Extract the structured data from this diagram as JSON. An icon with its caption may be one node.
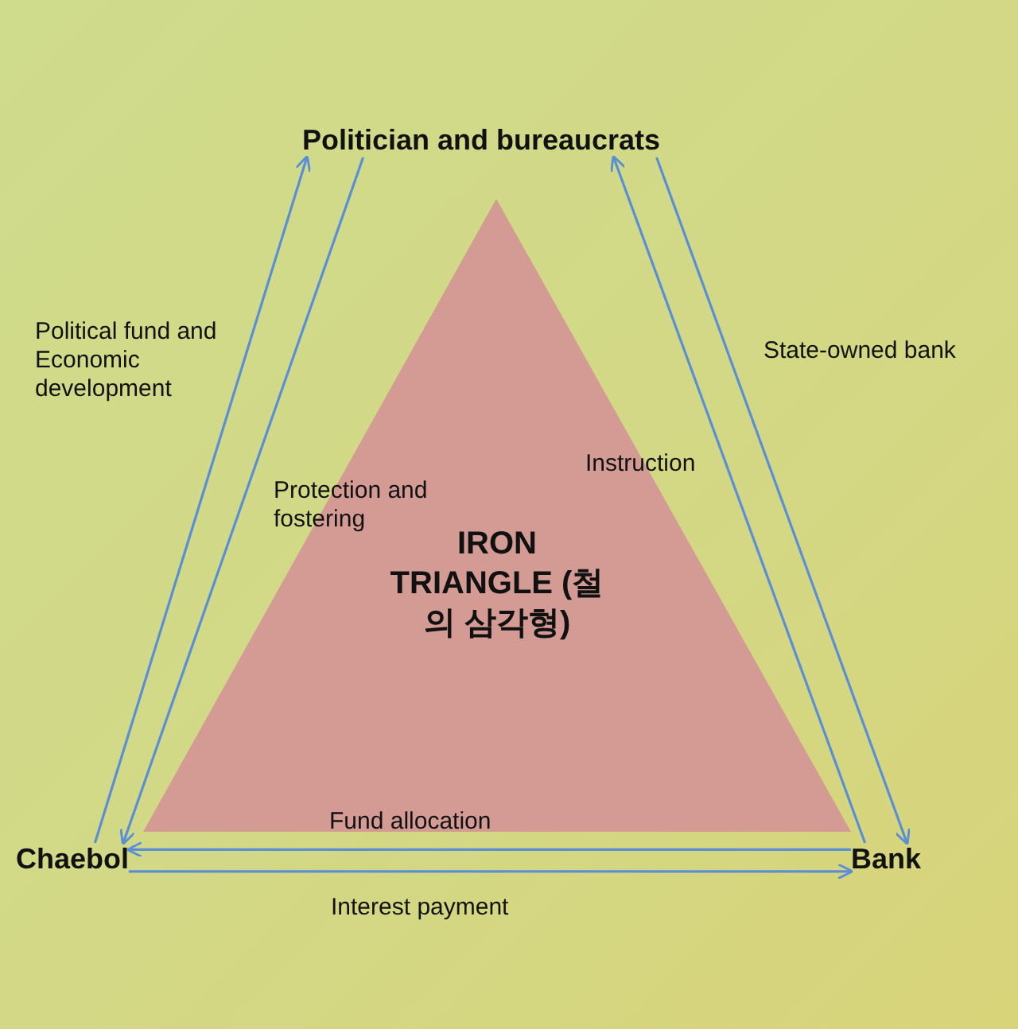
{
  "diagram": {
    "nodes": [
      {
        "text": [
          "Politician and bureaucrats"
        ]
      },
      {
        "text": [
          "Chaebol"
        ]
      },
      {
        "text": [
          "Bank"
        ]
      },
      {
        "text": [
          "IRON TRIANGLE (철의 삼각형)"
        ]
      }
    ],
    "edges": [
      {
        "from": 1,
        "to": 0,
        "arrow": "to",
        "label": "Political fund and Economic development"
      },
      {
        "from": 0,
        "to": 1,
        "arrow": "to",
        "label": "Protection and fostering"
      },
      {
        "from": 2,
        "to": 0,
        "arrow": "to",
        "label": "Instruction"
      },
      {
        "from": 0,
        "to": 2,
        "arrow": "to",
        "label": "State-owned bank"
      },
      {
        "from": 2,
        "to": 1,
        "arrow": "to",
        "label": "Fund allocation"
      },
      {
        "from": 1,
        "to": 2,
        "arrow": "to",
        "label": "Interest payment"
      }
    ]
  }
}
